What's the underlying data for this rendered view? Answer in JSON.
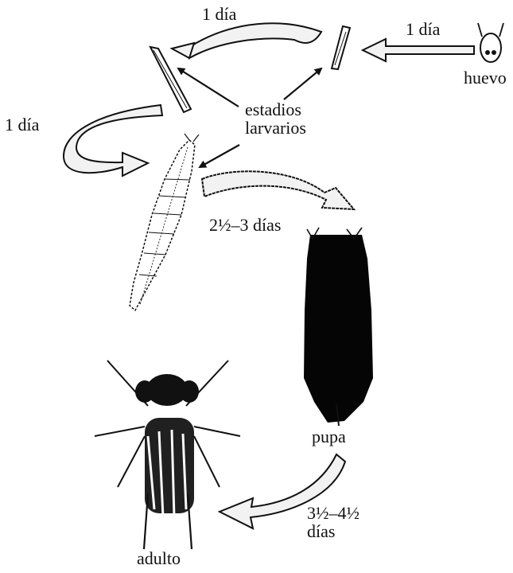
{
  "labels": {
    "day_egg_to_larva": "1 día",
    "day_larva_1_to_2": "1 día",
    "day_larva_2_to_3": "1 día",
    "larval_stages": "estadios\nlarvarios",
    "egg": "huevo",
    "larva_to_pupa_time": "2½–3 días",
    "pupa": "pupa",
    "pupa_to_adult_time": "3½–4½\ndías",
    "adult": "adulto"
  },
  "colors": {
    "ink": "#111111",
    "arrow_fill": "#f2f2f2",
    "pupa_fill": "#050505"
  },
  "icons": {
    "egg": "egg-icon",
    "larva_small": "larva-stage-1-icon",
    "larva_medium": "larva-stage-2-icon",
    "larva_large": "larva-stage-3-icon",
    "pupa": "pupa-icon",
    "adult": "fly-adult-icon"
  }
}
